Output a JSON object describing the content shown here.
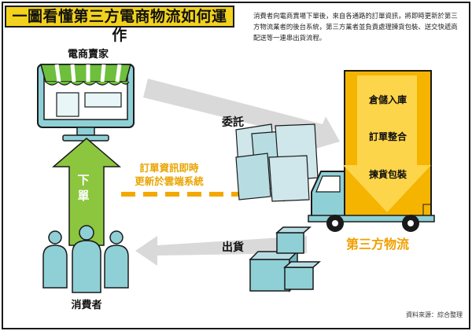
{
  "title": "一圖看懂第三方電商物流如何運作",
  "intro": "消費者向電商賣場下單後，來自各通路的訂單資訊，將即時更新於第三方物流業者的後台系統，第三方業者並負責處理揀貨包裝、送交快遞商配送等一連串出貨流程。",
  "nodes": {
    "seller": "電商賣家",
    "consumer": "消費者",
    "logistics": "第三方物流"
  },
  "flows": {
    "order": "下單",
    "entrust": "委託",
    "ship": "出貨",
    "cloud_update": "訂單資訊即時更新於雲端系統"
  },
  "warehouse_steps": [
    "倉儲入庫",
    "訂單整合",
    "揀貨包裝"
  ],
  "source": "資料來源：綜合整理",
  "colors": {
    "title_bg": "#f2d21c",
    "orange": "#f3a800",
    "green": "#8cc63f",
    "teal": "#7fc3cc",
    "gray_arrow": "#d9d9d9"
  }
}
